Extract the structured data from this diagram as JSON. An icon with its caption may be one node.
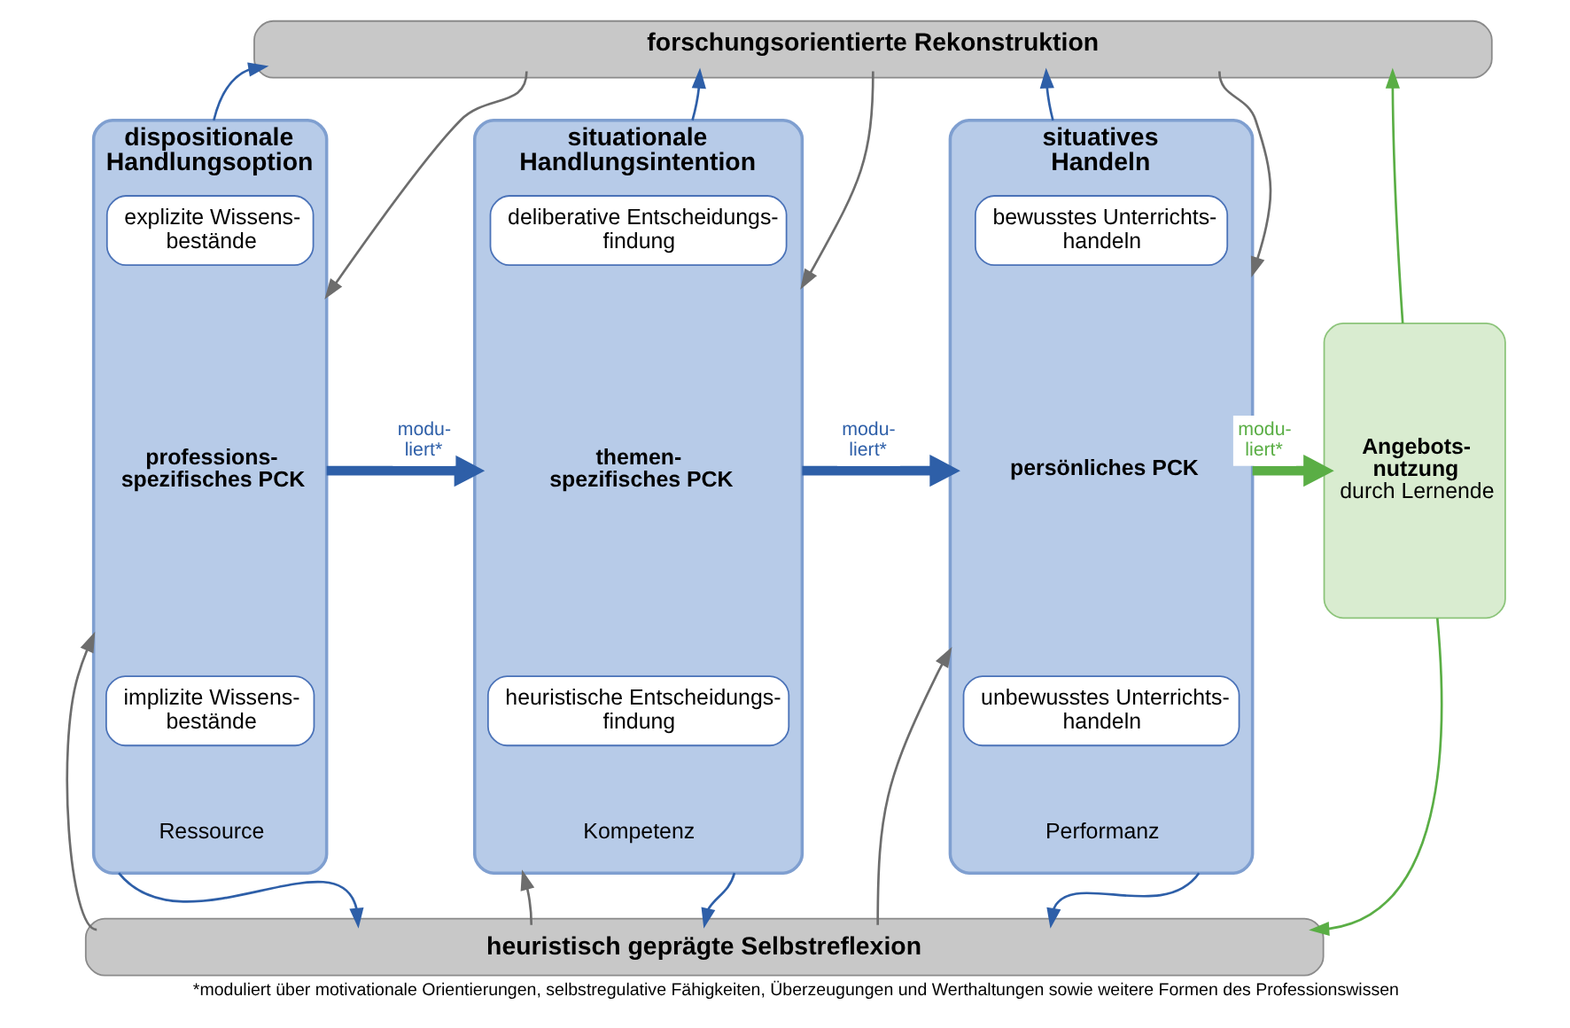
{
  "diagram": {
    "caption": "*moduliert über motivationale Orientierungen, selbstregulative Fähigkeiten, Überzeugungen und Werthaltungen sowie weitere Formen des Professionswissen",
    "nodes": [
      {
        "text": [
          "forschungsorientierte Rekonstruktion"
        ]
      },
      {
        "text": [
          "dispositionale Handlungsoption",
          "Ressource"
        ]
      },
      {
        "text": [
          "explizite Wissens- bestände"
        ],
        "in": 1
      },
      {
        "text": [
          "professions- spezifisches PCK"
        ],
        "in": 1
      },
      {
        "text": [
          "implizite Wissens- bestände"
        ],
        "in": 1
      },
      {
        "text": [
          "situationale Handlungsintention",
          "Kompetenz"
        ]
      },
      {
        "text": [
          "deliberative Entscheidungs- findung"
        ],
        "in": 5
      },
      {
        "text": [
          "themen- spezifisches PCK"
        ],
        "in": 5
      },
      {
        "text": [
          "heuristische Entscheidungs- findung"
        ],
        "in": 5
      },
      {
        "text": [
          "situatives Handeln",
          "Performanz"
        ]
      },
      {
        "text": [
          "bewusstes Unterrichts- handeln"
        ],
        "in": 9
      },
      {
        "text": [
          "persönliches PCK"
        ],
        "in": 9
      },
      {
        "text": [
          "unbewusstes Unterrichts- handeln"
        ],
        "in": 9
      },
      {
        "text": [
          "Angebots- nutzung",
          "durch Lernende"
        ]
      },
      {
        "text": [
          "heuristisch geprägte Selbstreflexion"
        ]
      }
    ],
    "edges": [
      {
        "from": 1,
        "to": 0,
        "arrow": "to"
      },
      {
        "from": 0,
        "to": 1,
        "arrow": "to",
        "color": "#6d6d6d"
      },
      {
        "from": 5,
        "to": 0,
        "arrow": "to"
      },
      {
        "from": 0,
        "to": 5,
        "arrow": "to",
        "color": "#6d6d6d"
      },
      {
        "from": 9,
        "to": 0,
        "arrow": "to"
      },
      {
        "from": 0,
        "to": 9,
        "arrow": "to",
        "color": "#6d6d6d"
      },
      {
        "from": 13,
        "to": 0,
        "arrow": "to",
        "color": "#5aae45"
      },
      {
        "from": 1,
        "to": 5,
        "arrow": "to",
        "label": "modu- liert*",
        "style": "thick"
      },
      {
        "from": 5,
        "to": 9,
        "arrow": "to",
        "label": "modu- liert*",
        "style": "thick"
      },
      {
        "from": 9,
        "to": 13,
        "arrow": "to",
        "label": "modu- liert*",
        "style": "thick",
        "color": "#5aae45"
      },
      {
        "from": 14,
        "to": 1,
        "arrow": "to",
        "color": "#6d6d6d"
      },
      {
        "from": 1,
        "to": 14,
        "arrow": "to"
      },
      {
        "from": 14,
        "to": 5,
        "arrow": "to",
        "color": "#6d6d6d"
      },
      {
        "from": 5,
        "to": 14,
        "arrow": "to"
      },
      {
        "from": 14,
        "to": 9,
        "arrow": "to",
        "color": "#6d6d6d"
      },
      {
        "from": 9,
        "to": 14,
        "arrow": "to"
      },
      {
        "from": 13,
        "to": 14,
        "arrow": "to",
        "color": "#5aae45"
      }
    ]
  }
}
